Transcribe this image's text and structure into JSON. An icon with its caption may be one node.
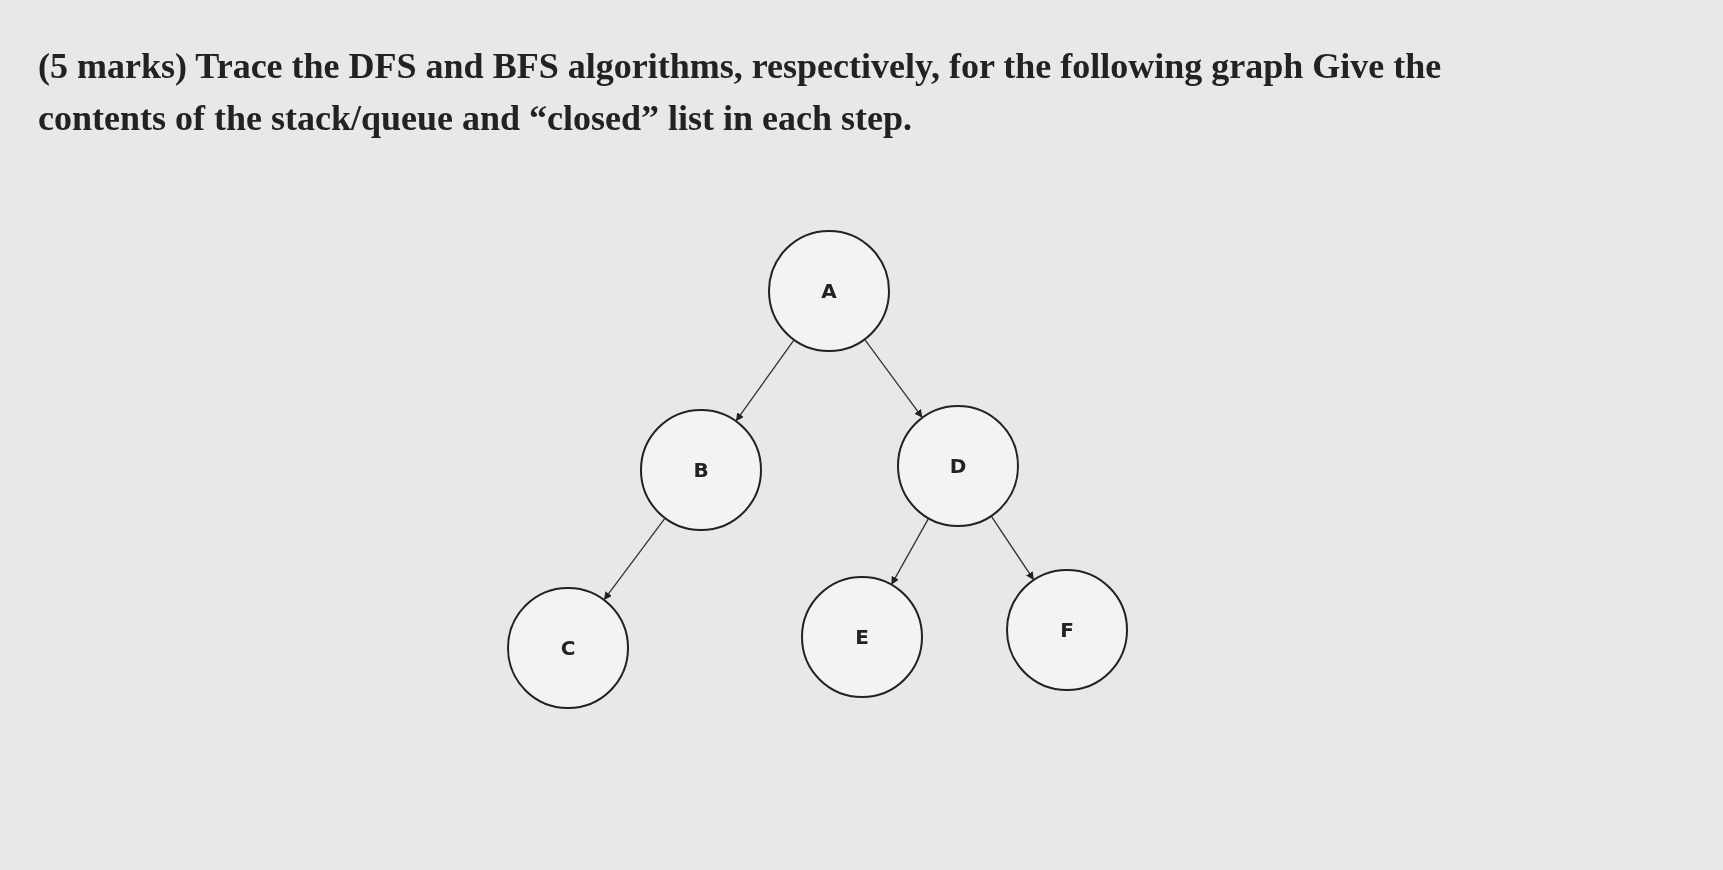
{
  "diagram": {
    "title": "(5 marks) Trace the DFS and BFS algorithms, respectively, for the following graph Give the contents of the stack/queue and “closed” list in each step.",
    "nodes": [
      {
        "text": [
          "A"
        ]
      },
      {
        "text": [
          "B"
        ]
      },
      {
        "text": [
          "D"
        ]
      },
      {
        "text": [
          "C"
        ]
      },
      {
        "text": [
          "E"
        ]
      },
      {
        "text": [
          "F"
        ]
      }
    ],
    "edges": [
      {
        "from": 0,
        "to": 1,
        "arrow": "to"
      },
      {
        "from": 0,
        "to": 2,
        "arrow": "to"
      },
      {
        "from": 1,
        "to": 3,
        "arrow": "to"
      },
      {
        "from": 2,
        "to": 4,
        "arrow": "to"
      },
      {
        "from": 2,
        "to": 5,
        "arrow": "to"
      }
    ]
  }
}
